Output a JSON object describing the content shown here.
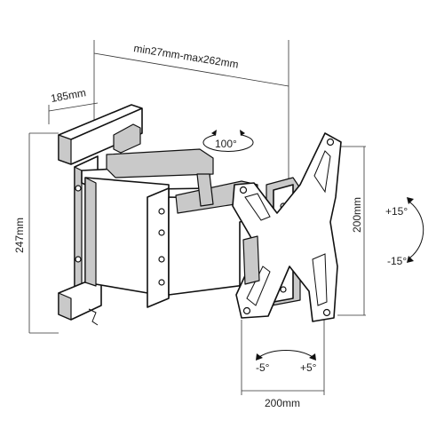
{
  "labels": {
    "depth_range": "min27mm-max262mm",
    "plate_depth": "185mm",
    "height": "247mm",
    "swivel": "100°",
    "vesa_vertical": "200mm",
    "vesa_horizontal": "200mm",
    "tilt_up": "+15°",
    "tilt_down": "-15°",
    "rotate_left": "-5°",
    "rotate_right": "+5°"
  },
  "colors": {
    "line": "#111111",
    "shade": "#c9c9c9",
    "background": "#ffffff"
  }
}
